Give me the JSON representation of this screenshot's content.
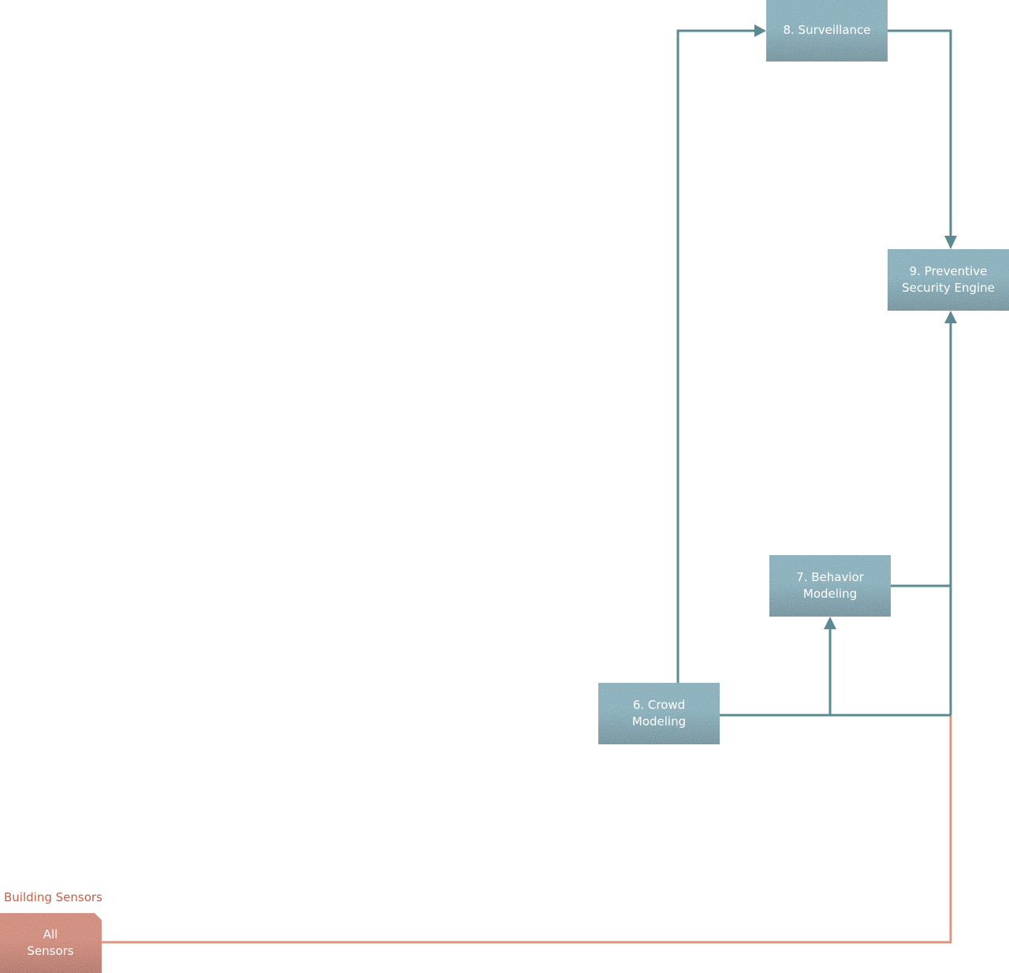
{
  "colors": {
    "process_node": "#6fa3b1",
    "process_node_dark": "#4f7f8d",
    "process_edge": "#5b8a92",
    "sensor_node": "#c9735a",
    "sensor_node_dark": "#a9563f",
    "sensor_edge": "#de9580",
    "group_label": "#c0624a"
  },
  "nodes": {
    "crowd_modeling": {
      "label_line1": "6. Crowd",
      "label_line2": "Modeling"
    },
    "behavior_modeling": {
      "label_line1": "7. Behavior",
      "label_line2": "Modeling"
    },
    "surveillance": {
      "label_line1": "8. Surveillance"
    },
    "preventive_security_engine": {
      "label_line1": "9. Preventive",
      "label_line2": "Security Engine"
    },
    "all_sensors": {
      "label_line1": "All",
      "label_line2": "Sensors"
    }
  },
  "groups": {
    "building_sensors": {
      "label": "Building Sensors"
    }
  },
  "edges": [
    {
      "from": "All Sensors",
      "to": "9. Preventive Security Engine"
    },
    {
      "from": "6. Crowd Modeling",
      "to": "8. Surveillance"
    },
    {
      "from": "6. Crowd Modeling",
      "to": "7. Behavior Modeling"
    },
    {
      "from": "6. Crowd Modeling",
      "to": "9. Preventive Security Engine"
    },
    {
      "from": "7. Behavior Modeling",
      "to": "9. Preventive Security Engine"
    },
    {
      "from": "8. Surveillance",
      "to": "9. Preventive Security Engine"
    }
  ]
}
